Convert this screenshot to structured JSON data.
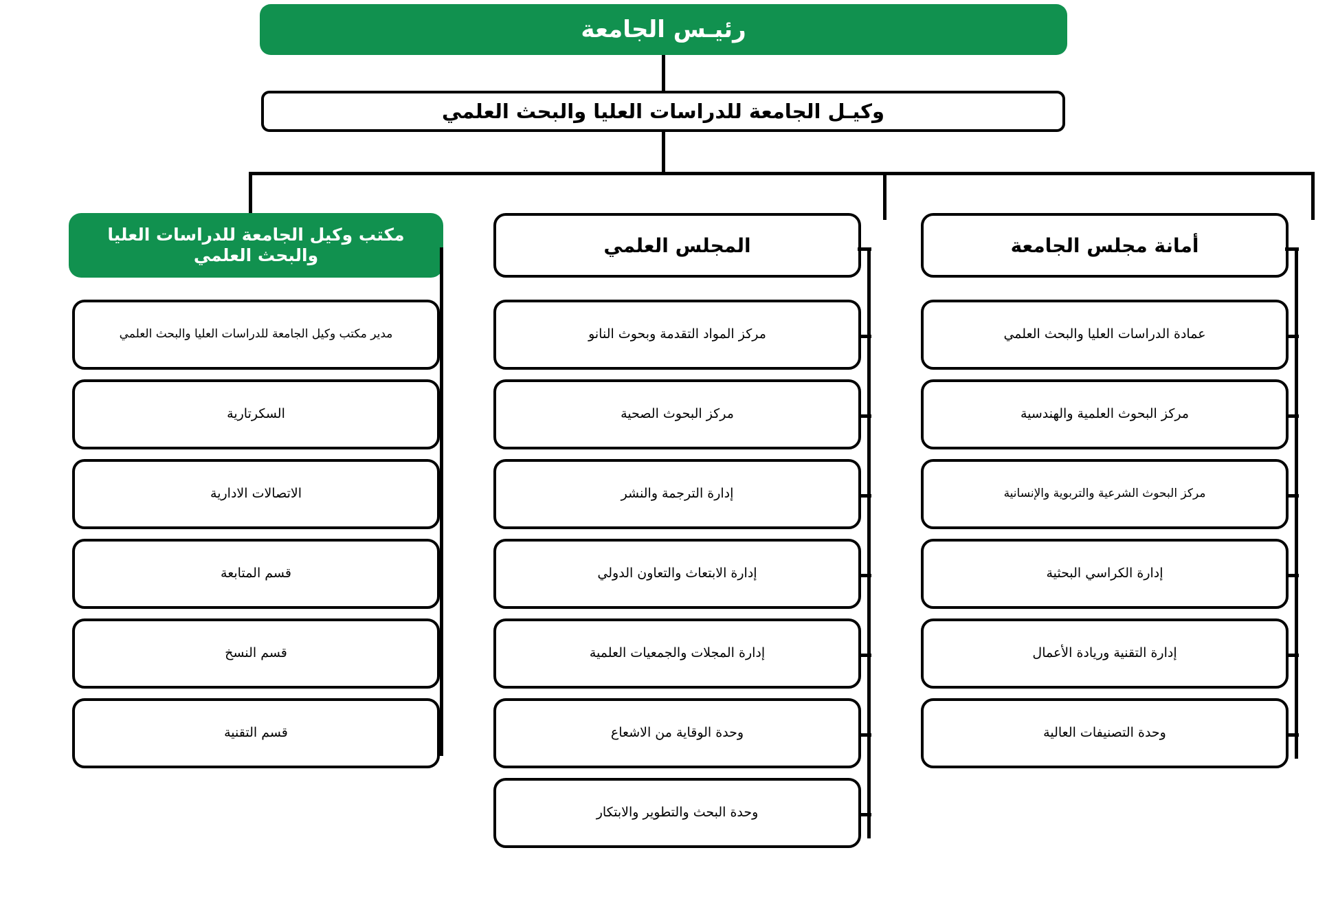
{
  "chart": {
    "title_node": {
      "label": "رئيـس الجامعة"
    },
    "vice_node": {
      "label": "وكيـل الجامعة للدراسات العليا والبحث العلمي"
    },
    "columns": [
      {
        "key": "office",
        "header": {
          "label": "مكتب وكيل الجامعة للدراسات العليا والبحث العلمي",
          "highlight": true
        },
        "items": [
          {
            "label": "مدير مكتب وكيل الجامعة للدراسات العليا والبحث العلمي"
          },
          {
            "label": "السكرتارية"
          },
          {
            "label": "الاتصالات الادارية"
          },
          {
            "label": "قسم المتابعة"
          },
          {
            "label": "قسم النسخ"
          },
          {
            "label": "قسم التقنية"
          }
        ]
      },
      {
        "key": "scientific-council",
        "header": {
          "label": "المجلس العلمي",
          "highlight": false
        },
        "items": [
          {
            "label": "مركز المواد التقدمة وبحوث النانو"
          },
          {
            "label": "مركز البحوث الصحية"
          },
          {
            "label": "إدارة الترجمة والنشر"
          },
          {
            "label": "إدارة الابتعاث والتعاون الدولي"
          },
          {
            "label": "إدارة المجلات والجمعيات العلمية"
          },
          {
            "label": "وحدة الوقاية من الاشعاع"
          },
          {
            "label": "وحدة البحث والتطوير والابتكار"
          }
        ]
      },
      {
        "key": "university-council-secretariat",
        "header": {
          "label": "أمانة مجلس الجامعة",
          "highlight": false
        },
        "items": [
          {
            "label": "عمادة الدراسات العليا والبحث العلمي"
          },
          {
            "label": "مركز البحوث العلمية والهندسية"
          },
          {
            "label": "مركز البحوث الشرعية والتربوية والإنسانية"
          },
          {
            "label": "إدارة الكراسي البحثية"
          },
          {
            "label": "إدارة التقنية وريادة الأعمال"
          },
          {
            "label": "وحدة التصنيفات العالية"
          }
        ]
      }
    ],
    "colors": {
      "accent_green": "#11914f",
      "line": "#000000",
      "box_fill": "#ffffff",
      "text": "#000000"
    }
  }
}
